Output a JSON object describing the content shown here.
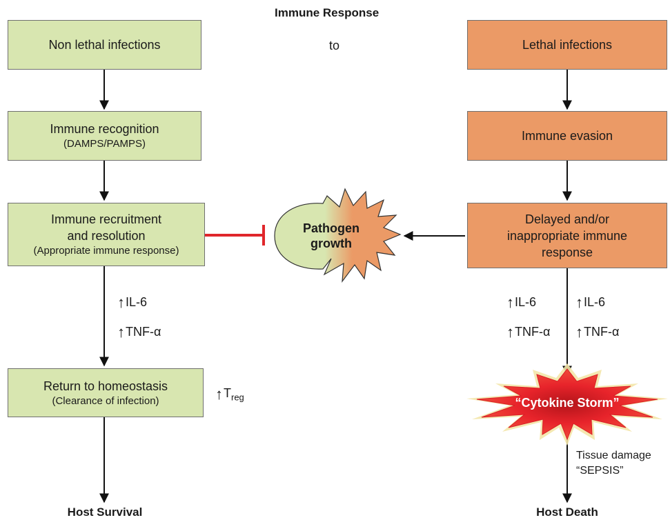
{
  "title": "Immune Response",
  "to_label": "to",
  "left": {
    "box1": "Non lethal infections",
    "box2_main": "Immune recognition",
    "box2_sub": "(DAMPS/PAMPS)",
    "box3_main_1": "Immune recruitment",
    "box3_main_2": "and resolution",
    "box3_sub": "(Appropriate immune response)",
    "box4_main": "Return to homeostasis",
    "box4_sub": "(Clearance of infection)",
    "marker1": "IL-6",
    "marker2": "TNF-α",
    "treg_base": "T",
    "treg_sub": "reg",
    "outcome": "Host Survival"
  },
  "right": {
    "box1": "Lethal infections",
    "box2": "Immune evasion",
    "box3_1": "Delayed and/or",
    "box3_2": "inappropriate immune",
    "box3_3": "response",
    "marker_l1": "IL-6",
    "marker_l2": "TNF-α",
    "marker_r1": "IL-6",
    "marker_r2": "TNF-α",
    "storm": "“Cytokine Storm”",
    "damage_1": "Tissue damage",
    "damage_2": "“SEPSIS”",
    "outcome": "Host Death"
  },
  "center": {
    "pathogen_1": "Pathogen",
    "pathogen_2": "growth"
  },
  "colors": {
    "green_box": "#d8e6b0",
    "orange_box": "#eb9a66",
    "inhibit_line": "#e0262b",
    "storm_fill": "#d91f26",
    "storm_glow": "#f6e7a0"
  },
  "arrow_up_glyph": "🠕"
}
